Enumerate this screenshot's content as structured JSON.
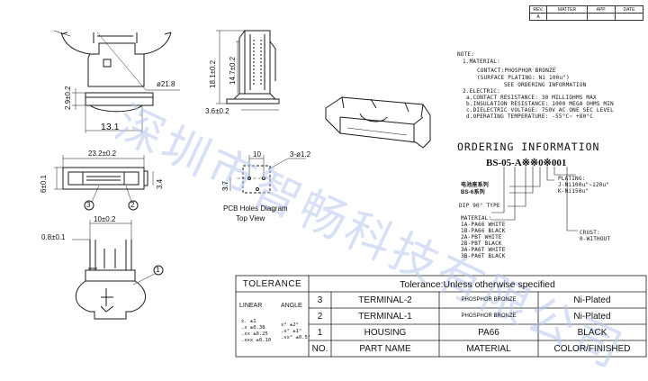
{
  "revision_table": {
    "headers": [
      "REV.",
      "MATTER",
      "APP.",
      "DATE"
    ],
    "row": [
      "A",
      "",
      "",
      ""
    ]
  },
  "notes": {
    "heading": "NOTE:",
    "lines": [
      "1.MATERIAL:",
      "CONTACT:PHOSPHOR BRONZE",
      "(SURFACE PLATING: Ni 100u\")",
      "SEE ORDERING INFORMATION",
      "2.ELECTRIC:",
      "a.CONTACT RESISTANCE: 30 MILLIOHMS MAX",
      "b.INSULATION RESISTANCE: 1000 MEGA OHMS MIN",
      "c.DIELECTRIC VOLTAGE: 750V AC ONE SEC LEVEL",
      "d.OPERATING TEMPERATURE: -55°C~ +80°C"
    ]
  },
  "ordering": {
    "title": "ORDERING INFORMATION",
    "code": "BS-05-A※※0※001",
    "labels": [
      "电池座系列",
      "BS-6系列",
      "DIP 90° TYPE"
    ],
    "material_heading": "MATERIAL:",
    "material_lines": [
      "1A-PA66 WHITE",
      "1B-PA66 BLACK",
      "2A-PBT WHITE",
      "2B-PBT BLACK",
      "3A-PA6T WHITE",
      "3B-PA6T BLACK"
    ],
    "plating_heading": "PLATING:",
    "plating_lines": [
      "J-Ni100u\"~120u\"",
      "K-Ni150u\""
    ],
    "crust_heading": "CRUST:",
    "crust_lines": [
      "0-WITHOUT"
    ]
  },
  "dimensions": {
    "d_218": "ø21.8",
    "w_131": "13.1",
    "h_29": "2.9±0.2",
    "h_181": "18.1±0.2",
    "h_147": "14.7±0.2",
    "w_36": "3.6±0.2",
    "w_232": "23.2±0.2",
    "h_6": "6±0.1",
    "h_34": "3.4",
    "w_10a": "10",
    "hole_12": "3-ø1.2",
    "h_37": "3.7",
    "w_10b": "10±0.2",
    "w_08": "0.8±0.1",
    "balloons": [
      "1",
      "2",
      "3"
    ]
  },
  "pcb_caption": {
    "line1": "PCB Holes Diagram",
    "line2": "Top View"
  },
  "watermark": "深圳市智畅科技有限公司",
  "title_block": {
    "tolerance_label": "TOLERANCE",
    "tolerance_text": "Tolerance:Unless otherwise specified",
    "linear_label": "LINEAR",
    "angle_label": "ANGLE",
    "linear_values": [
      "x.    ±1",
      ".x    ±0.38",
      ".xx   ±0.25",
      ".xxx  ±0.10"
    ],
    "angle_values": [
      "x°  ±2°",
      ".x°  ±1°",
      ".xx° ±0.5°"
    ],
    "rows": [
      {
        "no": "3",
        "part": "TERMINAL-2",
        "material": "PHOSPHOR BRONZE",
        "finish": "Ni-Plated"
      },
      {
        "no": "2",
        "part": "TERMINAL-1",
        "material": "PHOSPHOR BRONZE",
        "finish": "Ni-Plated"
      },
      {
        "no": "1",
        "part": "HOUSING",
        "material": "PA66",
        "finish": "BLACK"
      }
    ],
    "header": {
      "no": "NO.",
      "part": "PART NAME",
      "material": "MATERIAL",
      "finish": "COLOR/FINISHED"
    }
  }
}
